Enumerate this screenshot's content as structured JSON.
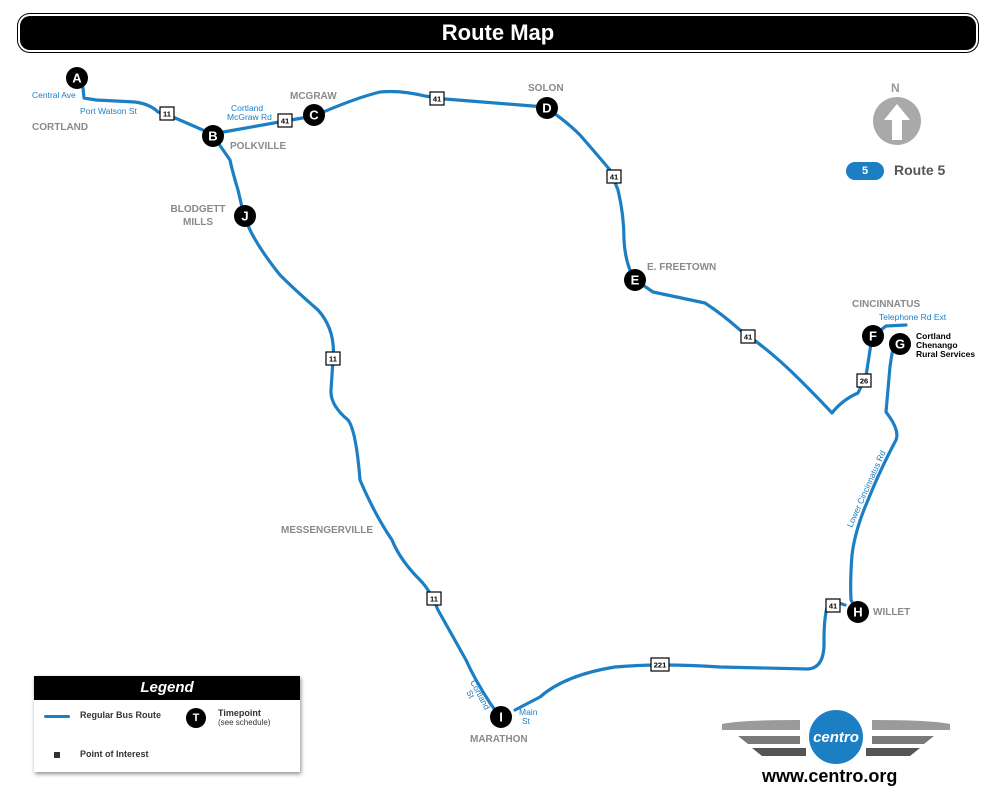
{
  "header": {
    "title": "Route Map"
  },
  "compass": {
    "label": "N",
    "icon": "north-arrow-icon"
  },
  "route": {
    "number": "5",
    "label": "Route 5",
    "color": "#1c7fc4"
  },
  "towns": {
    "cortland": "CORTLAND",
    "polkville": "POLKVILLE",
    "mcgraw": "MCGRAW",
    "solon": "SOLON",
    "blodgett_1": "BLODGETT",
    "blodgett_2": "MILLS",
    "e_freetown": "E. FREETOWN",
    "cincinnatus": "CINCINNATUS",
    "messengerville": "MESSENGERVILLE",
    "willet": "WILLET",
    "marathon": "MARATHON"
  },
  "streets": {
    "central_ave": "Central Ave",
    "port_watson": "Port Watson St",
    "cortland_mcgraw_1": "Cortland",
    "cortland_mcgraw_2": "McGraw Rd",
    "telephone_rd": "Telephone Rd Ext",
    "lower_cincinnatus": "Lower Cincinnatus Rd",
    "cortland_st_1": "Cortland",
    "cortland_st_2": "St",
    "main_st_1": "Main",
    "main_st_2": "St"
  },
  "shields": {
    "s11a": "11",
    "s41a": "41",
    "s41b": "41",
    "s41c": "41",
    "s41d": "41",
    "s26": "26",
    "s11b": "11",
    "s11c": "11",
    "s41e": "41",
    "s221": "221"
  },
  "timepoints": {
    "a": "A",
    "b": "B",
    "c": "C",
    "d": "D",
    "e": "E",
    "f": "F",
    "g": "G",
    "h": "H",
    "i": "I",
    "j": "J"
  },
  "poi": {
    "line1": "Cortland",
    "line2": "Chenango",
    "line3": "Rural Services"
  },
  "legend": {
    "title": "Legend",
    "regular_route": "Regular Bus Route",
    "timepoint_symbol": "T",
    "timepoint": "Timepoint",
    "timepoint_note": "(see schedule)",
    "poi": "Point of Interest"
  },
  "brand": {
    "logo_text": "centro",
    "website": "www.centro.org"
  }
}
